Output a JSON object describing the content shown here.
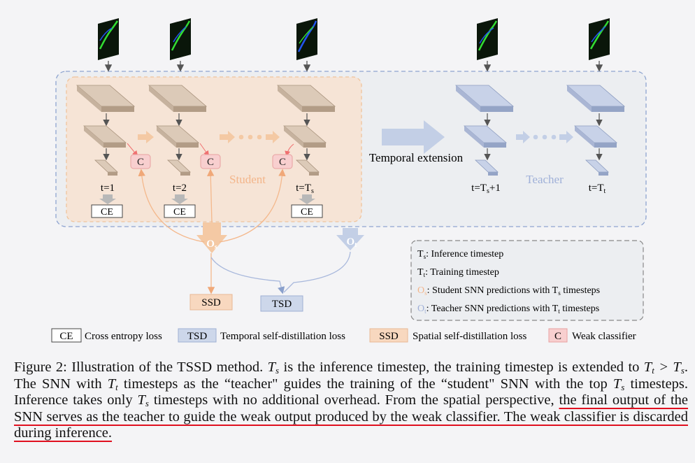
{
  "figure": {
    "student_label": "Student",
    "teacher_label": "Teacher",
    "temporal_extension_label": "Temporal extension",
    "student_steps": [
      {
        "t_label": "t=1",
        "loss": "CE",
        "classifier": "C"
      },
      {
        "t_label": "t=2",
        "loss": "CE",
        "classifier": "C"
      },
      {
        "t_label": "t=T",
        "t_sub": "s",
        "loss": "CE",
        "classifier": "C"
      }
    ],
    "teacher_steps": [
      {
        "t_label": "t=T",
        "t_sub": "s",
        "t_suffix": "+1"
      },
      {
        "t_label": "t=T",
        "t_sub": "t",
        "t_suffix": ""
      }
    ],
    "outputs": {
      "student": "O",
      "student_sub": "s",
      "teacher": "O",
      "teacher_sub": "t"
    },
    "loss_boxes": {
      "ssd": "SSD",
      "tsd": "TSD"
    },
    "notes": [
      {
        "sym": "T",
        "sub": "s",
        "text": ": Inference timestep"
      },
      {
        "sym": "T",
        "sub": "t",
        "text": ": Training timestep"
      },
      {
        "sym": "O",
        "sub": "s",
        "text": ": Student SNN predictions with T",
        "tail_sub": "s",
        "tail": " timesteps"
      },
      {
        "sym": "O",
        "sub": "t",
        "text": ": Teacher SNN predictions with T",
        "tail_sub": "t",
        "tail": " timesteps"
      }
    ],
    "legend": [
      {
        "key": "CE",
        "text": "Cross entropy loss"
      },
      {
        "key": "TSD",
        "text": "Temporal self-distillation loss"
      },
      {
        "key": "SSD",
        "text": "Spatial self-distillation loss"
      },
      {
        "key": "C",
        "text": "Weak classifier"
      }
    ],
    "colors": {
      "student_fill": "#f6e4d6",
      "student_border": "#f0c49c",
      "student_layer": "#c9b49e",
      "teacher_layer": "#aebbd6",
      "student_arrow": "#f4c9a4",
      "teacher_arrow": "#c3cfe6",
      "classifier_fill": "#f8cfcf",
      "ssd_fill": "#f8d8bf",
      "tsd_fill": "#cdd7ea",
      "underline": "#e01020"
    }
  },
  "caption": {
    "prefix": "Figure 2: Illustration of the TSSD method.",
    "p1": "is the inference timestep, the training timestep is extended to",
    "p2": ". The SNN with",
    "p3": "timesteps as the “teacher\" guides the training of the “student\" SNN with the top",
    "p4": "timesteps. Inference takes only",
    "p5": "timesteps with no additional overhead. From the spatial perspective,",
    "underlined": "the final output of the SNN serves as the teacher to guide the weak output produced by the weak classifier. The weak classifier is discarded during inference."
  }
}
